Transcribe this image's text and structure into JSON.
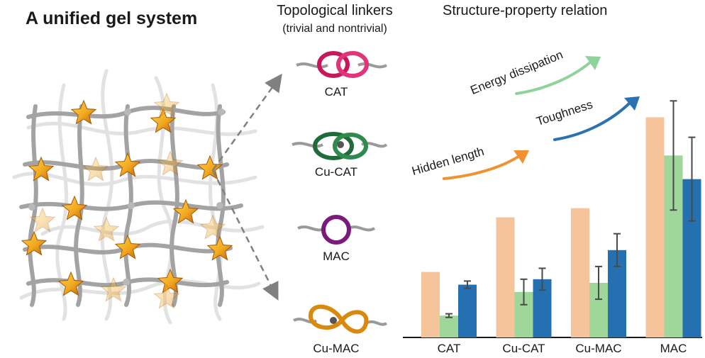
{
  "panels": {
    "left_title": "A unified gel system",
    "middle_title": "Topological linkers",
    "middle_subtitle": "(trivial and nontrivial)",
    "right_title": "Structure-property relation"
  },
  "linkers": [
    {
      "label": "CAT",
      "color": "#c8175d"
    },
    {
      "label": "Cu-CAT",
      "color": "#1f6b3a"
    },
    {
      "label": "MAC",
      "color": "#7a1a7a"
    },
    {
      "label": "Cu-MAC",
      "color": "#d98a0e"
    }
  ],
  "trend_arrows": [
    {
      "label": "Energy dissipation",
      "color": "#8fd39a"
    },
    {
      "label": "Toughness",
      "color": "#2b72b0"
    },
    {
      "label": "Hidden length",
      "color": "#f0922f"
    }
  ],
  "chart_data": {
    "type": "bar",
    "categories": [
      "CAT",
      "Cu-CAT",
      "Cu-MAC",
      "MAC"
    ],
    "series": [
      {
        "name": "Hidden length",
        "color": "#f5c49a",
        "values": [
          0.36,
          0.66,
          0.71,
          1.21
        ],
        "errors": [
          0,
          0,
          0,
          0
        ]
      },
      {
        "name": "Energy dissipation",
        "color": "#9fd69a",
        "values": [
          0.12,
          0.25,
          0.3,
          1.0
        ],
        "errors": [
          0.01,
          0.07,
          0.09,
          0.3
        ]
      },
      {
        "name": "Toughness",
        "color": "#2470b0",
        "values": [
          0.29,
          0.32,
          0.48,
          0.87
        ],
        "errors": [
          0.02,
          0.06,
          0.09,
          0.23
        ]
      }
    ],
    "ylim": [
      0,
      1.45
    ],
    "xlabel": "",
    "ylabel": ""
  }
}
